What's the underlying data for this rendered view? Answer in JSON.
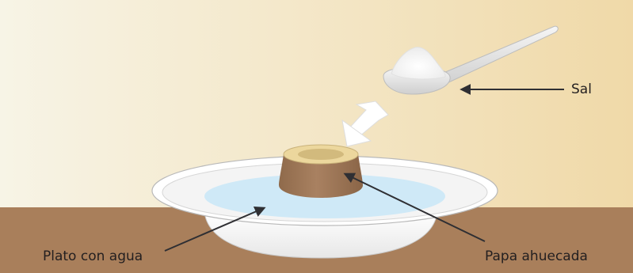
{
  "labels": {
    "salt": "Sal",
    "plate": "Plato con agua",
    "potato": "Papa ahuecada"
  },
  "colors": {
    "background_left": "#f6f3e4",
    "background_right": "#f1dcae",
    "ground": "#a97f5b",
    "plate": "#ffffff",
    "plate_edge": "#bcbcbc",
    "water": "#cfe9f7",
    "potato_skin": "#a47a58",
    "potato_flesh": "#ecd79d",
    "potato_hollow": "#c8b073",
    "spoon": "#ececec",
    "salt": "#ffffff",
    "arrow": "#2f2f33",
    "pour_arrow": "#ffffff"
  }
}
